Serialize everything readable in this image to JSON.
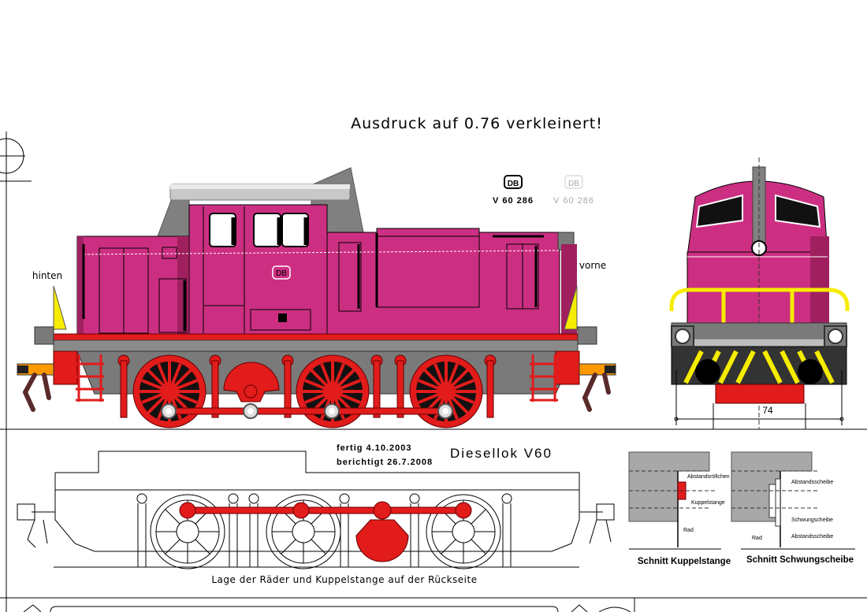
{
  "header": {
    "note": "Ausdruck auf 0.76 verkleinert!"
  },
  "emblem": {
    "logo": "DB",
    "number": "V 60 286"
  },
  "side_view": {
    "label_rear": "hinten",
    "label_front": "vorne",
    "body_logo": "DB"
  },
  "front_view": {
    "dimension": "74"
  },
  "info": {
    "finished": "fertig 4.10.2003",
    "corrected": "berichtigt 26.7.2008",
    "title": "Diesellok V60"
  },
  "bottom_view": {
    "caption": "Lage der Räder und Kuppelstange auf der Rückseite"
  },
  "section_coupling": {
    "title": "Schnitt Kuppelstange",
    "labels": [
      "Abstandsröllchen",
      "Kuppelstange",
      "Rad"
    ]
  },
  "section_flywheel": {
    "title": "Schnitt Schwungscheibe",
    "labels": [
      "Abstandsscheibe",
      "Schwungscheibe",
      "Abstandsscheibe",
      "Rad"
    ]
  },
  "colors": {
    "body": "#cc2f82",
    "body_dark": "#a0205f",
    "frame": "#e21b1b",
    "grey": "#7a7a7a",
    "light_grey": "#bdbdbd",
    "hazard_yellow": "#f6ec00",
    "dark": "#333333"
  }
}
